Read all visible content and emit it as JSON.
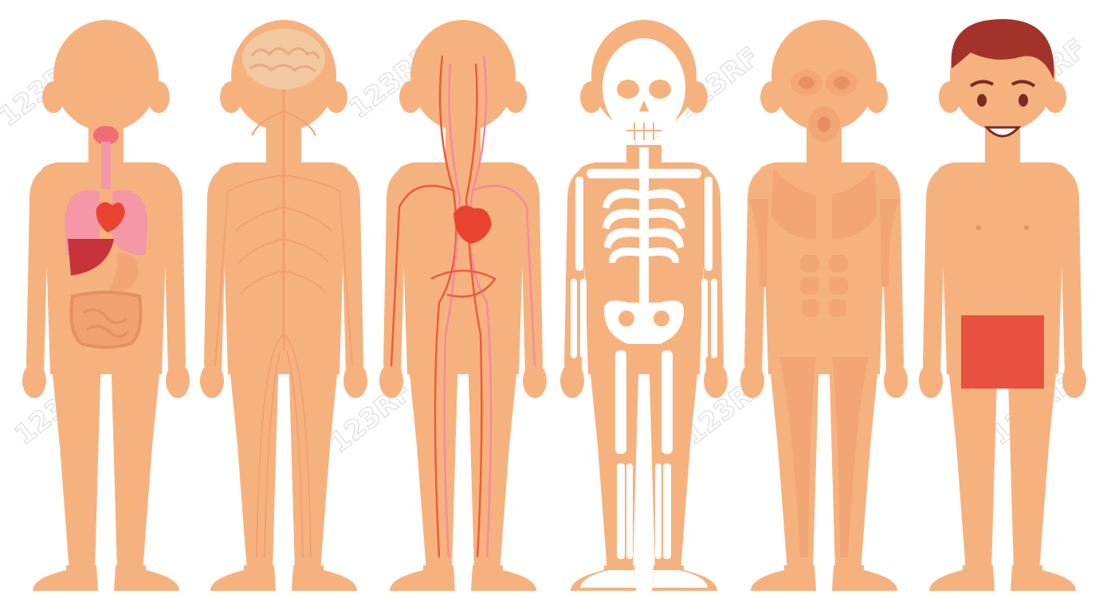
{
  "figures": [
    {
      "id": "organs",
      "system": "internal organs"
    },
    {
      "id": "nervous",
      "system": "nervous system"
    },
    {
      "id": "circulatory",
      "system": "circulatory system"
    },
    {
      "id": "skeletal",
      "system": "skeleton"
    },
    {
      "id": "muscular",
      "system": "muscular system"
    },
    {
      "id": "external",
      "system": "external body"
    }
  ],
  "watermark": {
    "text": "123RF"
  },
  "colors": {
    "skin": "#f6b27e",
    "skin_detail": "#f0a171",
    "bone": "#ffffff",
    "muscle": "#f2a575",
    "muscle_line": "#e68f62",
    "artery": "#ef5a3b",
    "vein": "#f48aa0",
    "heart": "#e8432f",
    "lungs": "#f497a6",
    "hair": "#a3332a",
    "shorts": "#e85140",
    "background": "#ffffff"
  }
}
